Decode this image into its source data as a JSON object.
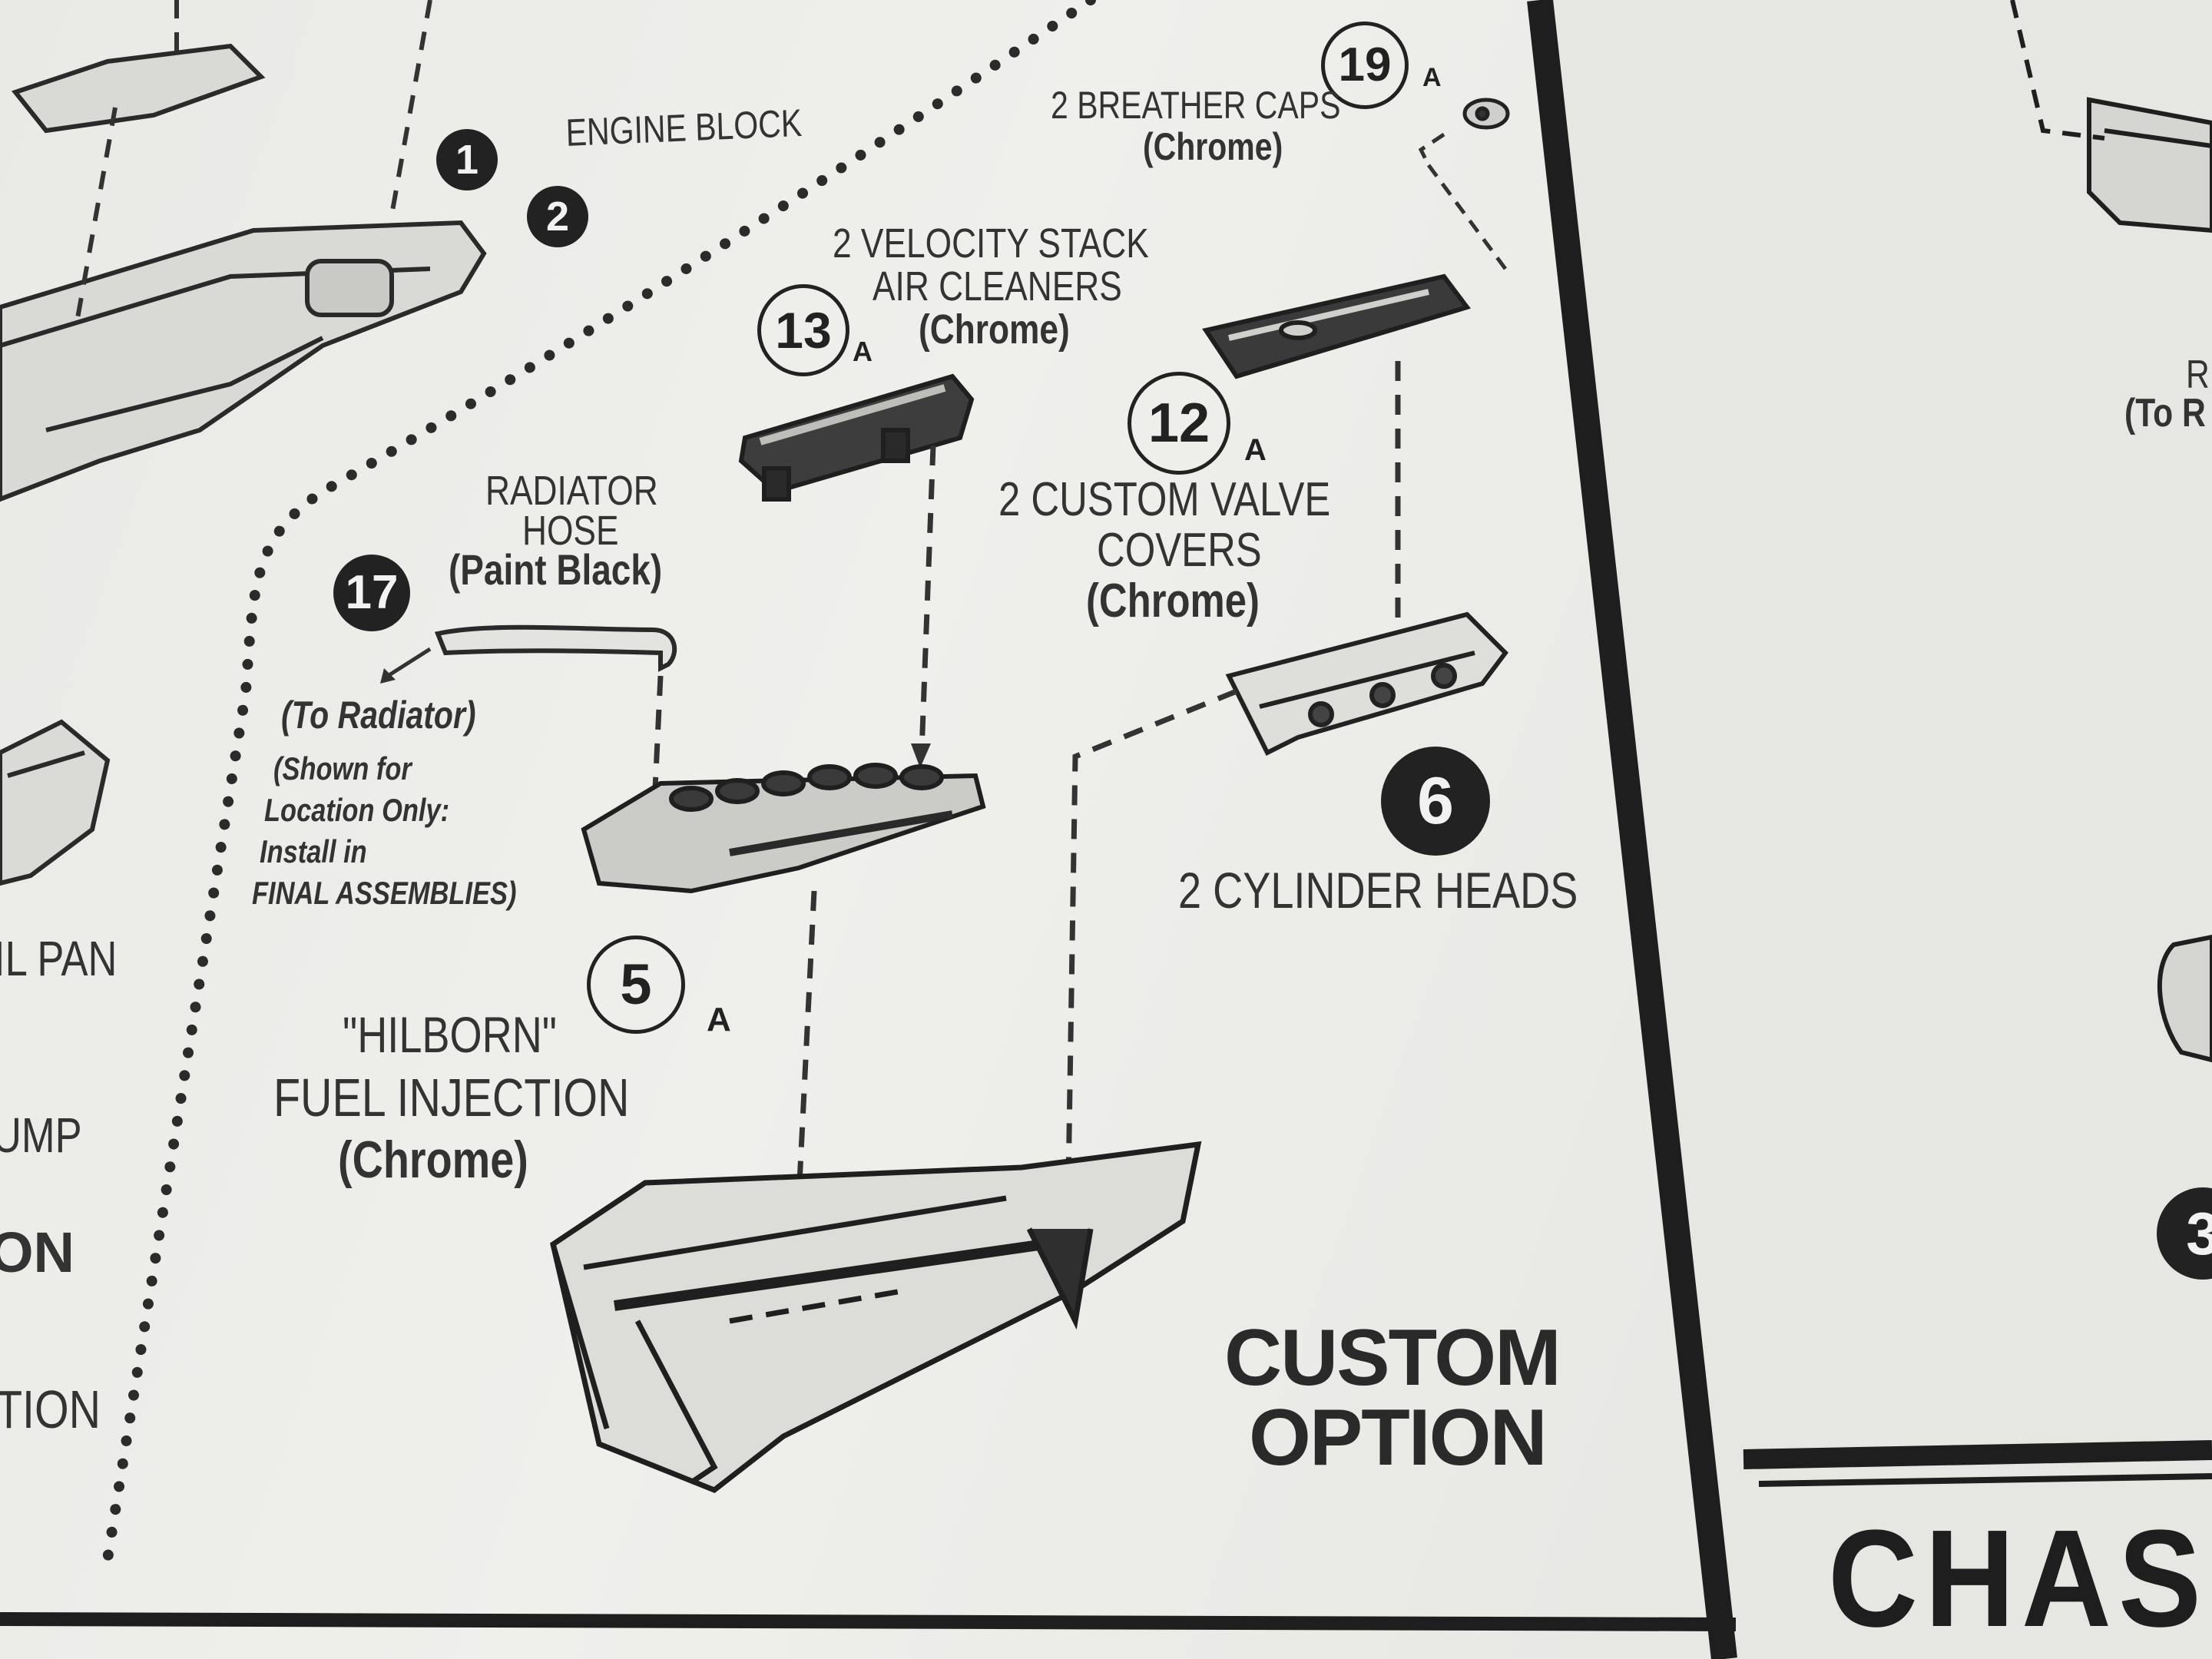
{
  "left_page": {
    "engine_block": {
      "badges": [
        "1",
        "2"
      ],
      "label": "ENGINE BLOCK"
    },
    "breather_caps": {
      "badge": "19",
      "suffix": "A",
      "label": "2 BREATHER CAPS",
      "finish": "(Chrome)"
    },
    "velocity_stack": {
      "badge": "13",
      "suffix": "A",
      "label_line1": "2 VELOCITY STACK",
      "label_line2": "AIR CLEANERS",
      "finish": "(Chrome)"
    },
    "valve_covers": {
      "badge": "12",
      "suffix": "A",
      "label_line1": "2 CUSTOM VALVE",
      "label_line2": "COVERS",
      "finish": "(Chrome)"
    },
    "radiator_hose": {
      "badge": "17",
      "label_line1": "RADIATOR",
      "label_line2": "HOSE",
      "finish": "(Paint Black)",
      "arrow_note": "(To Radiator)",
      "note_line1": "(Shown for",
      "note_line2": "Location Only:",
      "note_line3": "Install in",
      "note_line4": "FINAL ASSEMBLIES)"
    },
    "fuel_injection": {
      "badge": "5",
      "suffix": "A",
      "label_line1": "\"HILBORN\"",
      "label_line2": "FUEL INJECTION",
      "finish": "(Chrome)"
    },
    "cylinder_heads": {
      "badge": "6",
      "label": "2 CYLINDER HEADS"
    },
    "custom_option": {
      "line1": "CUSTOM",
      "line2": "OPTION"
    },
    "cropped_left_labels": [
      "IL PAN",
      "UMP",
      "ON",
      "TION"
    ]
  },
  "right_page": {
    "cropped_labels": [
      "R",
      "(To R"
    ],
    "cropped_badge": "3",
    "section_title": "CHAS"
  },
  "colors": {
    "paper": "#ececE9",
    "ink": "#2a2a2a",
    "badge_fill": "#222222"
  }
}
